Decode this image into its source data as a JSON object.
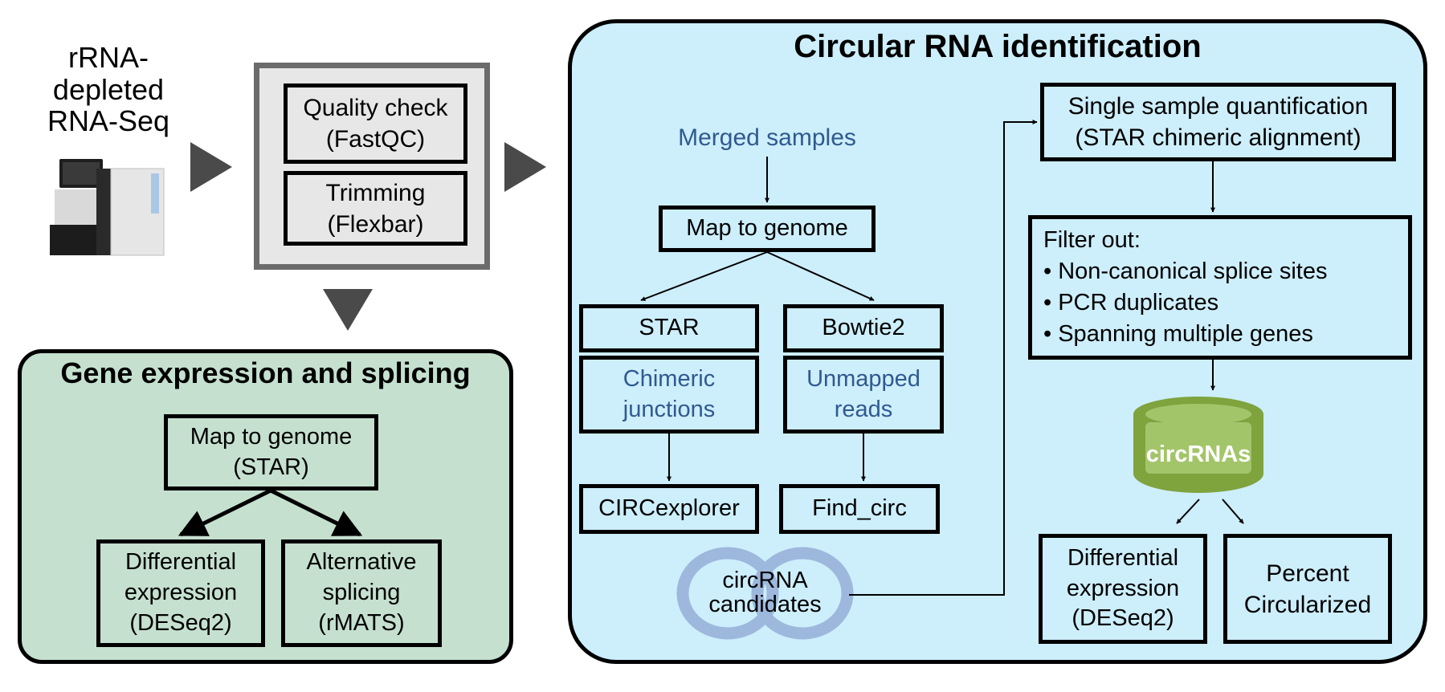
{
  "input": {
    "label_lines": [
      "rRNA-",
      "depleted",
      "RNA-Seq"
    ],
    "sequencer_icon": "sequencer-machine-icon"
  },
  "qc": {
    "quality": [
      "Quality check",
      "(FastQC)"
    ],
    "trimming": [
      "Trimming",
      "(Flexbar)"
    ]
  },
  "gene_panel": {
    "title": "Gene expression and splicing",
    "map": [
      "Map to genome",
      "(STAR)"
    ],
    "diff": [
      "Differential",
      "expression",
      "(DESeq2)"
    ],
    "alt": [
      "Alternative",
      "splicing",
      "(rMATS)"
    ]
  },
  "circ_panel": {
    "title": "Circular RNA identification",
    "merged": "Merged samples",
    "map": "Map to genome",
    "star": "STAR",
    "bowtie": "Bowtie2",
    "chimeric": [
      "Chimeric",
      "junctions"
    ],
    "unmapped": [
      "Unmapped",
      "reads"
    ],
    "circexplorer": "CIRCexplorer",
    "findcirc": "Find_circ",
    "candidates": [
      "circRNA",
      "candidates"
    ],
    "single": [
      "Single sample quantification",
      "(STAR chimeric alignment)"
    ],
    "filter": {
      "header": "Filter out:",
      "items": [
        "Non-canonical splice sites",
        "PCR duplicates",
        "Spanning multiple genes"
      ],
      "bullet": "•"
    },
    "circrnas": "circRNAs",
    "diff": [
      "Differential",
      "expression",
      "(DESeq2)"
    ],
    "percent": [
      "Percent",
      "Circularized"
    ]
  },
  "colors": {
    "gene_panel_bg": "#c5e0cf",
    "circ_panel_bg": "#cdeefb",
    "qc_outer_border": "#6b6b6b",
    "qc_bg": "#e7e7e7",
    "blue_text": "#2f5a8f",
    "ring": "#9db8dc",
    "cylinder_dark": "#7fa33d",
    "cylinder_light": "#a3c56a",
    "arrow_gray": "#4a4a4a"
  }
}
